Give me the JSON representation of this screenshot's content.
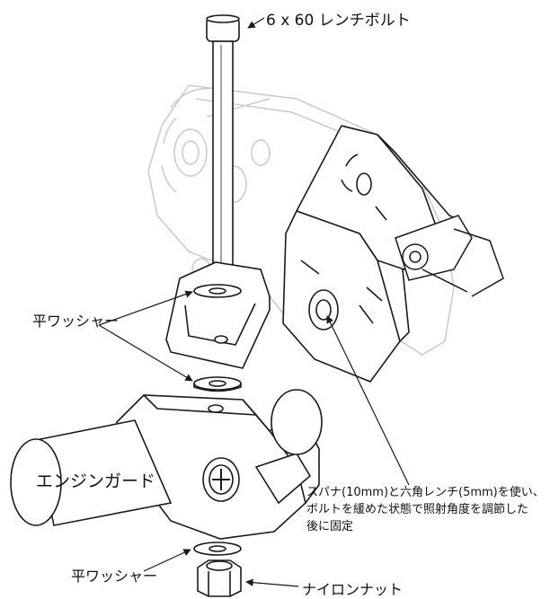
{
  "labels": {
    "bolt": "6 x 60 レンチボルト",
    "flat_washer_top": "平ワッシャー",
    "engine_guard": "エンジンガード",
    "instruction_lines": [
      "スパナ(10mm)と六角レンチ(5mm)を使い、",
      "ボルトを緩めた状態で照射角度を調節した",
      "後に固定"
    ],
    "flat_washer_bottom": "平ワッシャー",
    "nylon_nut": "ナイロンナット"
  },
  "colors": {
    "line": "#1a1a1a",
    "faint_line": "#c9c9c9",
    "background": "#ffffff"
  },
  "icons": {
    "bolt_head_glyph": "hex-socket",
    "screw_head_glyph": "cross-recess"
  }
}
